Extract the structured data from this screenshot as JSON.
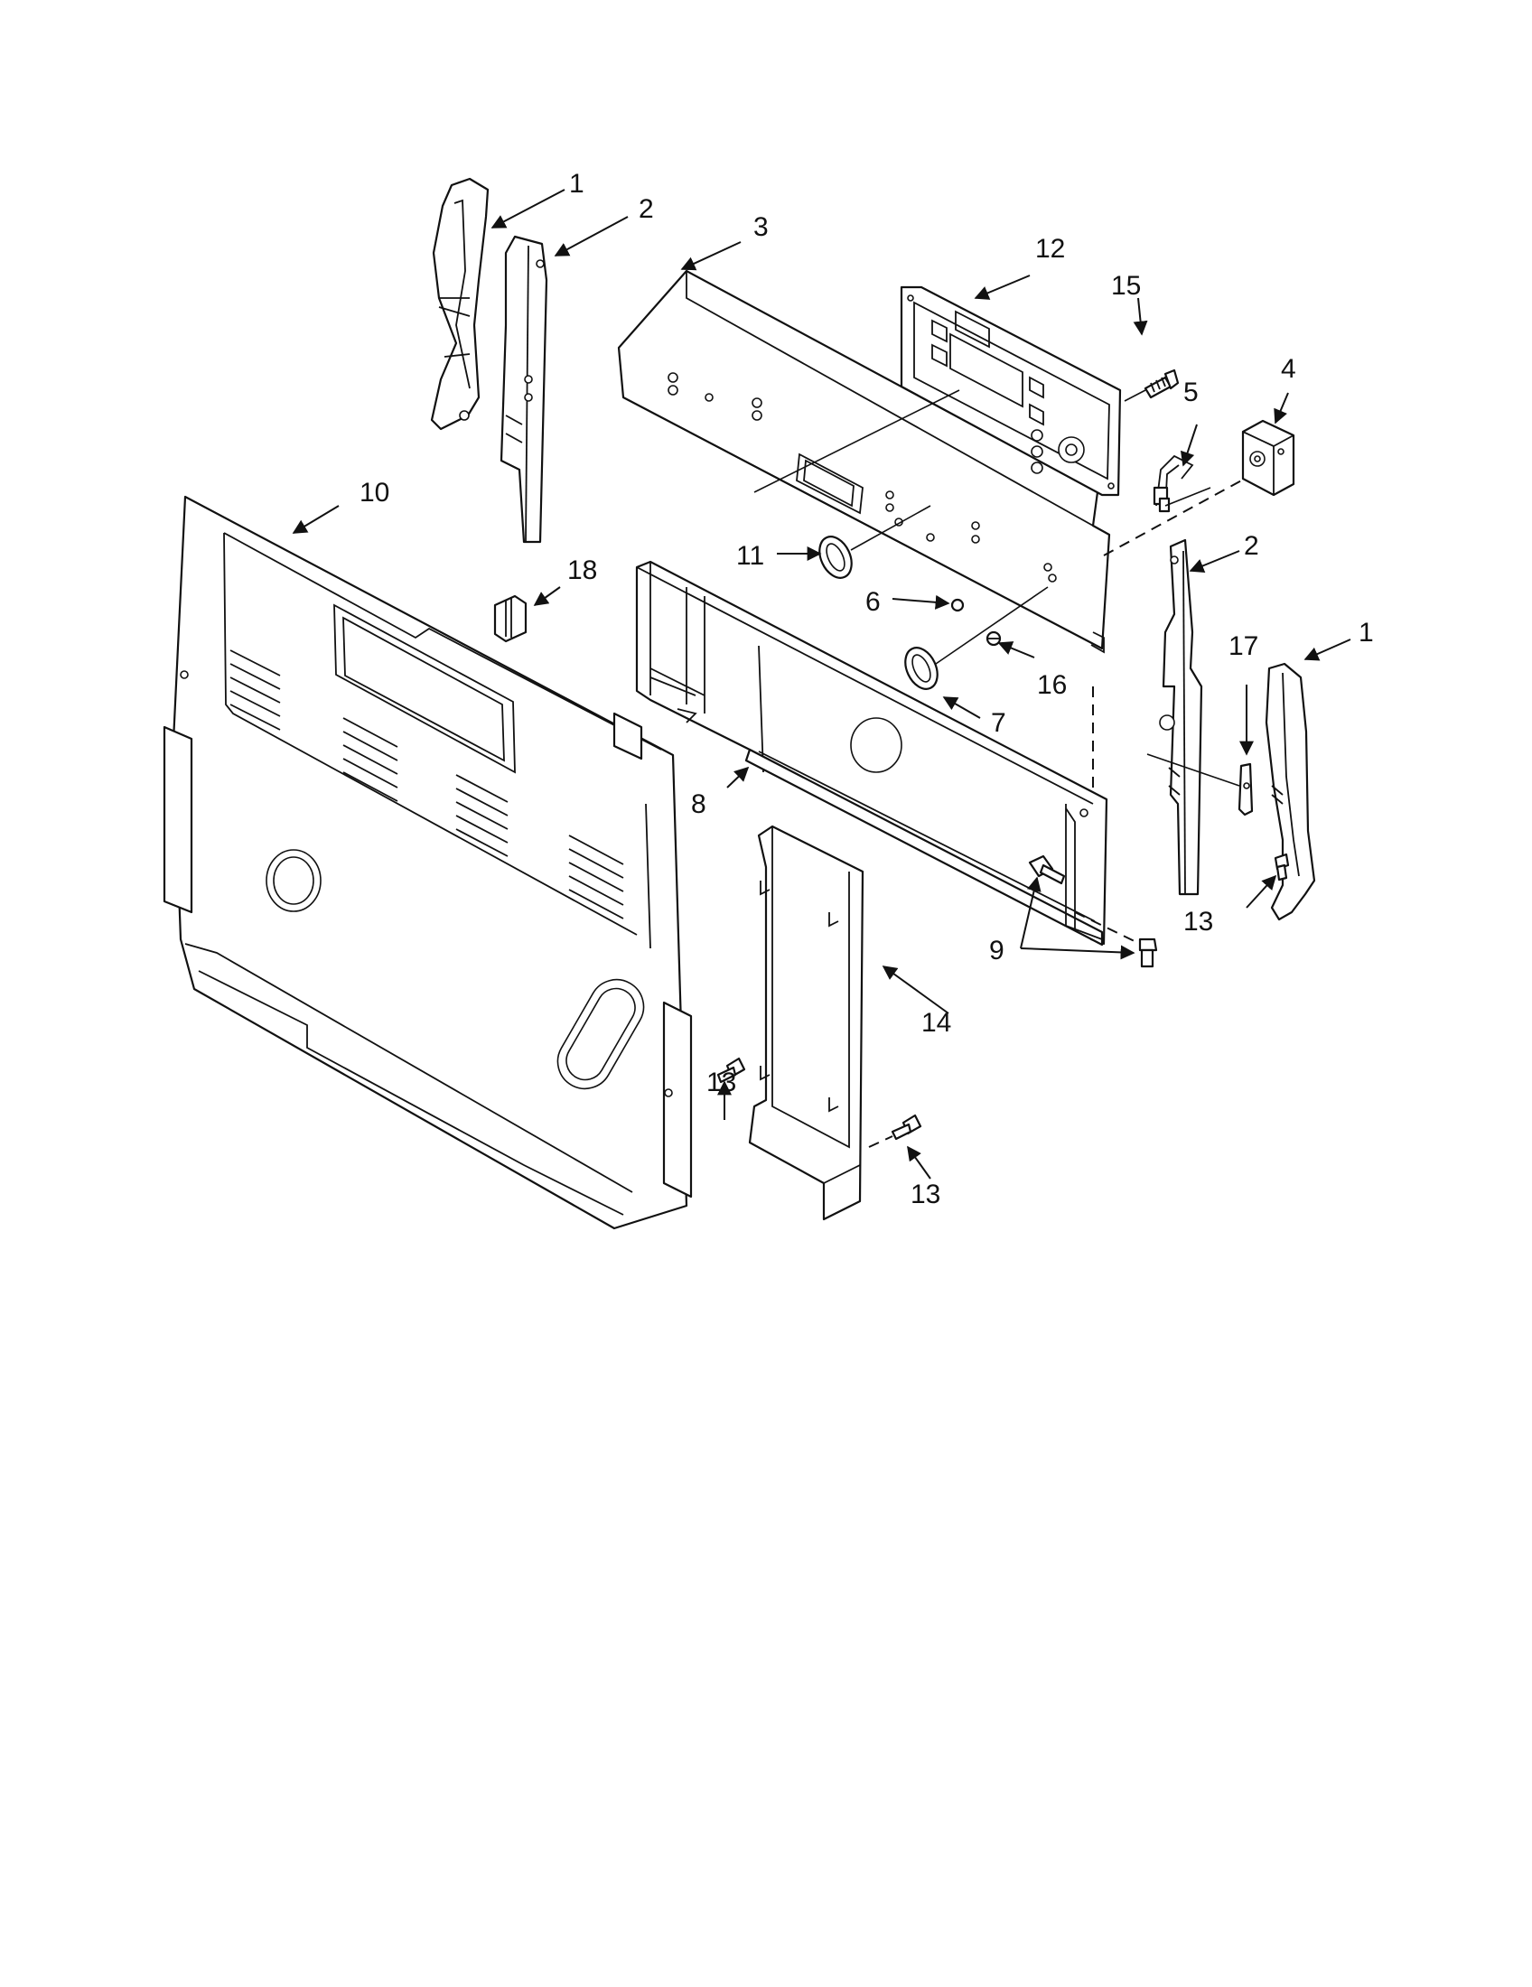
{
  "callouts": {
    "c1a": "1",
    "c1b": "1",
    "c2a": "2",
    "c2b": "2",
    "c3": "3",
    "c4": "4",
    "c5": "5",
    "c6": "6",
    "c7": "7",
    "c8": "8",
    "c9": "9",
    "c10": "10",
    "c11": "11",
    "c12": "12",
    "c13a": "13",
    "c13b": "13",
    "c13c": "13",
    "c14": "14",
    "c15": "15",
    "c16": "16",
    "c17": "17",
    "c18": "18"
  },
  "colors": {
    "line": "#111111",
    "background": "#ffffff"
  }
}
